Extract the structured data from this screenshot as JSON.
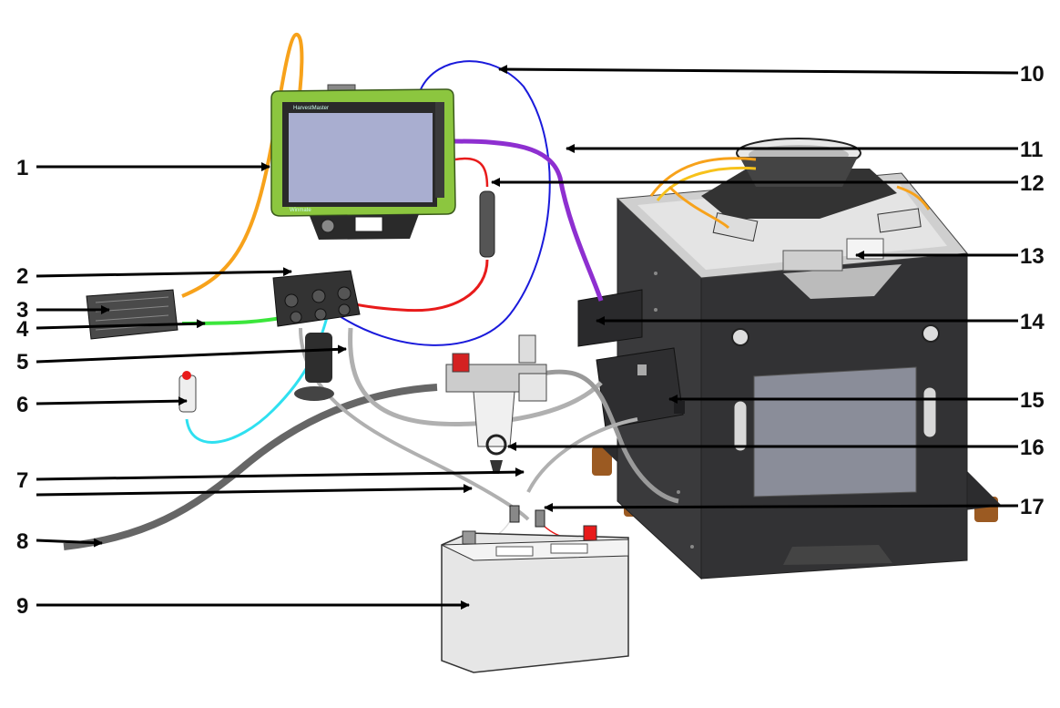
{
  "callouts": [
    {
      "id": "1",
      "number": "1"
    },
    {
      "id": "2",
      "number": "2"
    },
    {
      "id": "3",
      "number": "3"
    },
    {
      "id": "4",
      "number": "4"
    },
    {
      "id": "5",
      "number": "5"
    },
    {
      "id": "6",
      "number": "6"
    },
    {
      "id": "7",
      "number": "7"
    },
    {
      "id": "8",
      "number": "8"
    },
    {
      "id": "9",
      "number": "9"
    },
    {
      "id": "10",
      "number": "10"
    },
    {
      "id": "11",
      "number": "11"
    },
    {
      "id": "12",
      "number": "12"
    },
    {
      "id": "13",
      "number": "13"
    },
    {
      "id": "14",
      "number": "14"
    },
    {
      "id": "15",
      "number": "15"
    },
    {
      "id": "16",
      "number": "16"
    },
    {
      "id": "17",
      "number": "17"
    }
  ],
  "tablet": {
    "brand_text": "HarvestMaster",
    "model_text": "Winmate"
  },
  "colors": {
    "tablet_bezel": "#8cc63f",
    "tablet_screen": "#a9aed0",
    "machine_body": "#3a3a3c",
    "machine_window": "#8a8d99",
    "cable_orange": "#f7a21b",
    "cable_blue": "#1a1adb",
    "cable_purple": "#8e2fd0",
    "cable_red": "#e81b1b",
    "cable_green": "#3be63b",
    "cable_cyan": "#2fe0f0",
    "hose_gray": "#777777",
    "arrow": "#000000",
    "battery": "#e6e6e6",
    "feet": "#9b5a22"
  }
}
